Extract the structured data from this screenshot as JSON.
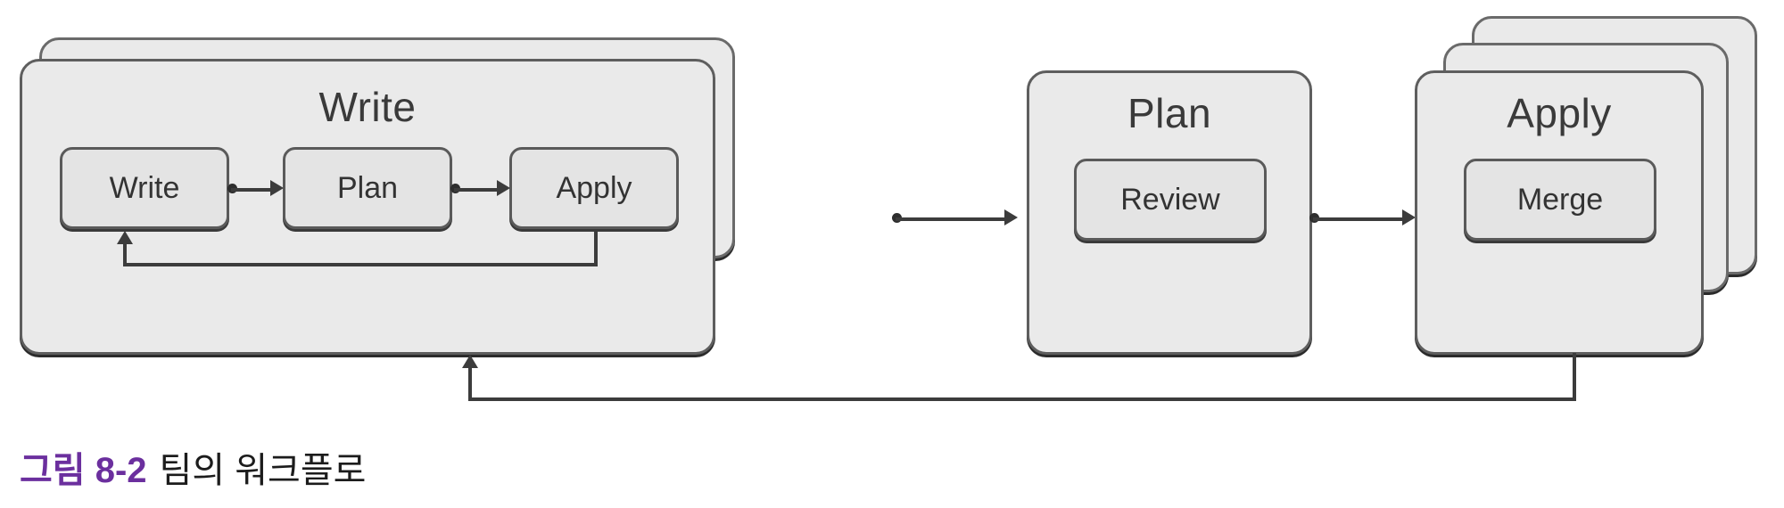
{
  "figure": {
    "caption_number": "그림 8-2",
    "caption_text": "팀의 워크플로",
    "caption_number_color": "#6b2f9e",
    "background_color": "#ffffff"
  },
  "diagram": {
    "type": "flow-diagram",
    "container_fill": "#e9e9e9",
    "container_border": "#5e5e5e",
    "step_fill": "#e4e4e4",
    "step_border": "#5a5a5a",
    "connector_color": "#3c3c3c",
    "stages": [
      {
        "id": "write-stage",
        "title": "Write",
        "stack_depth": 2,
        "steps": [
          {
            "id": "write-step",
            "label": "Write"
          },
          {
            "id": "plan-step",
            "label": "Plan"
          },
          {
            "id": "apply-step",
            "label": "Apply"
          }
        ],
        "internal_loop": "Apply back to Write"
      },
      {
        "id": "plan-stage",
        "title": "Plan",
        "stack_depth": 1,
        "steps": [
          {
            "id": "review-step",
            "label": "Review"
          }
        ]
      },
      {
        "id": "apply-stage",
        "title": "Apply",
        "stack_depth": 3,
        "steps": [
          {
            "id": "merge-step",
            "label": "Merge"
          }
        ]
      }
    ],
    "connections": [
      {
        "from": "write-step",
        "to": "plan-step",
        "kind": "arrow"
      },
      {
        "from": "plan-step",
        "to": "apply-step",
        "kind": "arrow"
      },
      {
        "from": "apply-step",
        "to": "write-step",
        "kind": "feedback-loop"
      },
      {
        "from": "write-stage",
        "to": "plan-stage",
        "kind": "arrow"
      },
      {
        "from": "plan-stage",
        "to": "apply-stage",
        "kind": "arrow"
      },
      {
        "from": "apply-stage",
        "to": "write-stage",
        "kind": "feedback-loop"
      }
    ]
  }
}
